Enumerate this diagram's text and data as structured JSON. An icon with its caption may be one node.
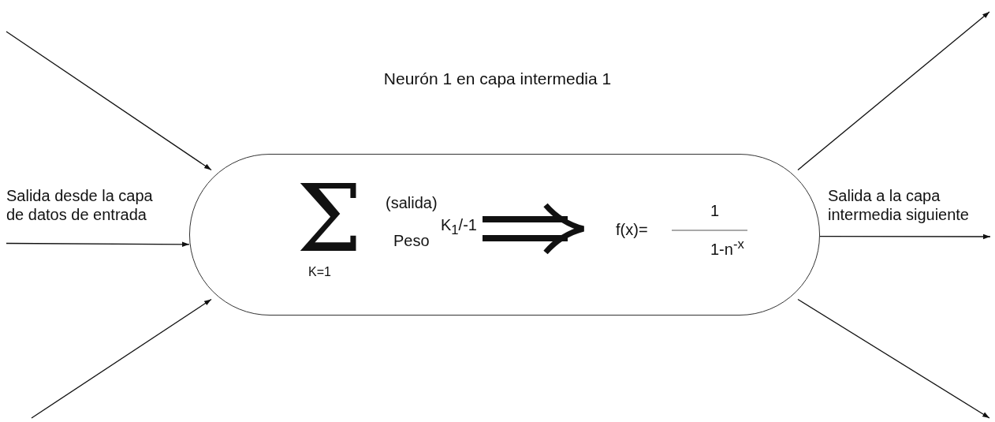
{
  "diagram": {
    "title": "Neurón 1 en capa intermedia 1",
    "nodes": [
      {
        "text": [
          "Σ",
          "(salida)",
          "Peso",
          "K=1",
          "K$_{1}$/-1",
          "f(x)=",
          "1",
          "1-n$^{-x}$"
        ]
      },
      {
        "text": [
          "Salida desde la capa de datos de entrada"
        ]
      },
      {
        "text": [
          "Salida a la capa intermedia siguiente"
        ]
      }
    ],
    "edges": [
      {
        "from": null,
        "to": 0,
        "arrow": "to"
      },
      {
        "from": 1,
        "to": 0,
        "arrow": "to"
      },
      {
        "from": null,
        "to": 0,
        "arrow": "to"
      },
      {
        "from": 0,
        "to": null,
        "arrow": "to"
      },
      {
        "from": 0,
        "to": 2,
        "arrow": "to"
      },
      {
        "from": 0,
        "to": null,
        "arrow": "to"
      }
    ]
  }
}
